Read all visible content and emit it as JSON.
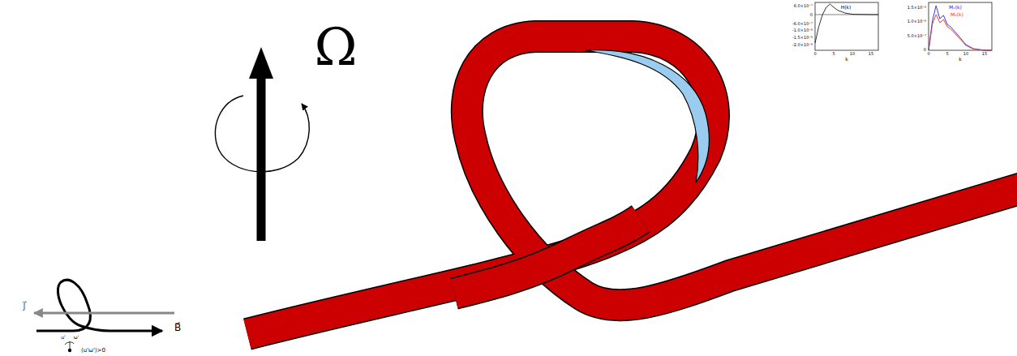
{
  "diagram": {
    "labels": [
      "Ω",
      "j⃗",
      "B⃗",
      "u'",
      "ω'",
      "⟨u'ω'⟩>0",
      "H(k)",
      "6.0×10⁻⁷",
      "0",
      "-6.0×10⁻⁷",
      "-1.0×10⁻⁶",
      "-1.5×10⁻⁶",
      "-2.0×10⁻⁶",
      "0",
      "5",
      "10",
      "15",
      "k",
      "Mᵥ(k)",
      "Mₕ(k)",
      "1.5×10⁻⁶",
      "1.0×10⁻⁶",
      "5.0×10⁻⁷",
      "0",
      "0",
      "5",
      "10",
      "15",
      "k"
    ]
  }
}
